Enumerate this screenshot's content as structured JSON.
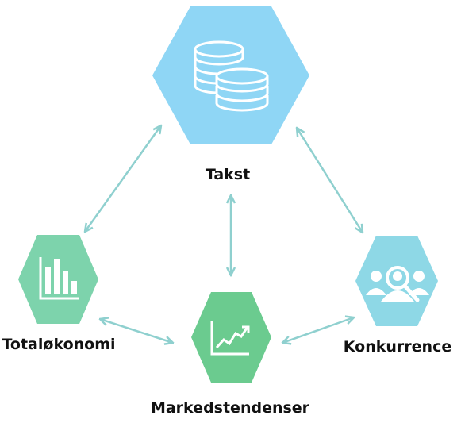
{
  "colors": {
    "takst": "#8fd6f5",
    "totaloekonomi": "#7dd3ac",
    "markedstendenser": "#6bcb8f",
    "konkurrence": "#8ed8e6",
    "arrow": "#8fd0cf",
    "icon": "#ffffff"
  },
  "nodes": {
    "takst": {
      "label": "Takst",
      "icon": "coins-icon"
    },
    "totaloekonomi": {
      "label": "Totaløkonomi",
      "icon": "bar-chart-icon"
    },
    "markedstendenser": {
      "label": "Markedstendenser",
      "icon": "trend-chart-icon"
    },
    "konkurrence": {
      "label": "Konkurrence",
      "icon": "people-search-icon"
    }
  },
  "connections": [
    {
      "from": "takst",
      "to": "totaloekonomi",
      "bidirectional": true
    },
    {
      "from": "takst",
      "to": "konkurrence",
      "bidirectional": true
    },
    {
      "from": "takst",
      "to": "markedstendenser",
      "bidirectional": true
    },
    {
      "from": "totaloekonomi",
      "to": "markedstendenser",
      "bidirectional": true
    },
    {
      "from": "markedstendenser",
      "to": "konkurrence",
      "bidirectional": true
    }
  ]
}
